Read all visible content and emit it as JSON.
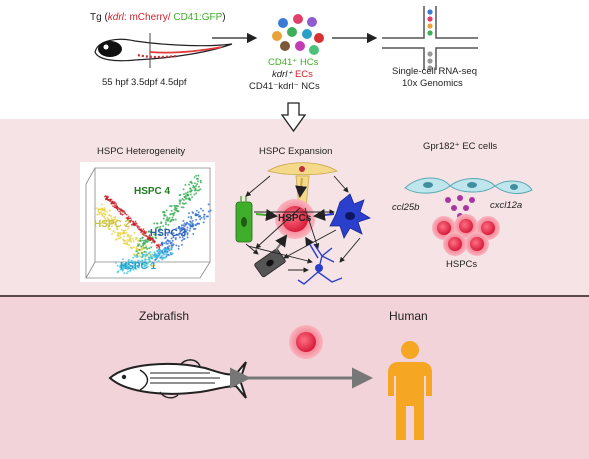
{
  "colors": {
    "top_band": "#ffffff",
    "mid_band": "#f6e3e6",
    "bottom_band": "#f1d3d9",
    "divider": "#5a4a4a",
    "green_label": "#3fae2a",
    "red_label": "#d0202a",
    "hspc_red": "#e8344f",
    "person_orange": "#f5a623",
    "arrow_gray": "#888888"
  },
  "top": {
    "tg_prefix": "Tg (",
    "tg_kdrl": "kdrl",
    "tg_mcherry": ": mCherry/",
    "tg_cd41": " CD41:GFP",
    "tg_suffix": ")",
    "timepoints": "55 hpf  3.5dpf  4.5dpf",
    "pop_hcs": "CD41⁺ HCs",
    "pop_ecs_gene": "kdrl⁺",
    "pop_ecs": "ECs",
    "pop_ncs": "CD41⁻kdrl⁻ NCs",
    "scrna": "Single-cell RNA-seq",
    "platform": "10x Genomics"
  },
  "middle": {
    "heterogeneity_title": "HSPC Heterogeneity",
    "expansion_title": "HSPC Expansion",
    "gpr_title": "Gpr182⁺ EC cells",
    "hspc_center": "HSPCs",
    "clusters": [
      "HSPC 4",
      "HSPC 2",
      "HSPC 3",
      "HSPC 1"
    ],
    "ccl25b": "ccl25b",
    "cxcl12a": "cxcl12a",
    "hspcs_label": "HSPCs"
  },
  "bottom": {
    "zebrafish": "Zebrafish",
    "human": "Human"
  }
}
